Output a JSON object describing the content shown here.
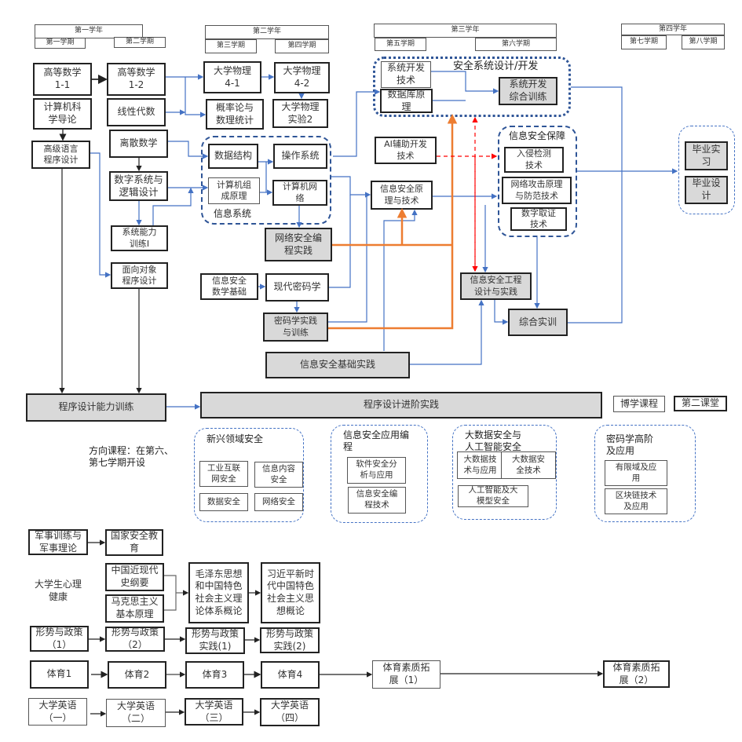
{
  "years": [
    {
      "id": "y1",
      "label": "第一学年",
      "sem": [
        "第一学期",
        "第二学期"
      ]
    },
    {
      "id": "y2",
      "label": "第二学年",
      "sem": [
        "第三学期",
        "第四学期"
      ]
    },
    {
      "id": "y3",
      "label": "第三学年",
      "sem": [
        "第五学期",
        "第六学期"
      ]
    },
    {
      "id": "y4",
      "label": "第四学年",
      "sem": [
        "第七学期",
        "第八学期"
      ]
    }
  ],
  "groups": {
    "info_system": "信息系统",
    "sec_sys_design": "安全系统设计/开发",
    "info_sec_assurance": "信息安全保障",
    "emerging_sec": "新兴领域安全",
    "app_programming": "信息安全应用编\n程",
    "bigdata_ai": "大数据安全与\n人工智能安全",
    "crypto_adv": "密码学高阶\n及应用"
  },
  "note": "方向课程：在第六、\n第七学期开设",
  "legend": {
    "liberal": "博学课程",
    "second": "第二课堂"
  },
  "courses": {
    "math11": "高等数学\n1-1",
    "math12": "高等数学\n1-2",
    "phys41": "大学物理\n4-1",
    "phys42": "大学物理\n4-2",
    "cs_intro": "计算机科\n学导论",
    "linalg": "线性代数",
    "prob": "概率论与\n数理统计",
    "phys_lab": "大学物理\n实验2",
    "hll": "高级语言\n程序设计",
    "discrete": "离散数学",
    "digital": "数字系统与\n逻辑设计",
    "sys_ability": "系统能力\n训练I",
    "oop": "面向对象\n程序设计",
    "ds": "数据结构",
    "os": "操作系统",
    "coa": "计算机组\n成原理",
    "net": "计算机网\n络",
    "net_prog": "网络安全编\n程实践",
    "sec_math": "信息安全\n数学基础",
    "crypto": "现代密码学",
    "crypto_prac": "密码学实践\n与训练",
    "sec_basic_prac": "信息安全基础实践",
    "sys_dev_tech": "系统开发\n技术",
    "db": "数据库原\n理",
    "sys_dev_train": "系统开发\n综合训练",
    "ai_dev": "AI辅助开发\n技术",
    "sec_principle": "信息安全原\n理与技术",
    "ids": "入侵检测\n技术",
    "attack": "网络攻击原理\n与防范技术",
    "forensics": "数字取证\n技术",
    "sec_eng": "信息安全工程\n设计与实践",
    "comprehensive": "综合实训",
    "internship": "毕业实\n习",
    "thesis": "毕业设\n计",
    "prog_train": "程序设计能力训练",
    "prog_adv": "程序设计进阶实践",
    "iiot": "工业互联\n网安全",
    "content_sec": "信息内容\n安全",
    "data_sec": "数据安全",
    "network_sec": "网络安全",
    "sw_sec": "软件安全分\n析与应用",
    "sec_prog": "信息安全编\n程技术",
    "bigdata_tech": "大数据技\n术与应用",
    "bigdata_sec": "大数据安\n全技术",
    "ai_llm": "人工智能及大\n模型安全",
    "finite_field": "有限域及应\n用",
    "blockchain": "区块链技术\n及应用",
    "military": "军事训练与\n军事理论",
    "nat_sec": "国家安全教\n育",
    "psych": "大学生心理\n健康",
    "modern_hist": "中国近现代\n史纲要",
    "marxism": "马克思主义\n基本原理",
    "mao": "毛泽东思想\n和中国特色\n社会主义理\n论体系概论",
    "xi": "习近平新时\n代中国特色\n社会主义思\n想概论",
    "policy1": "形势与政策\n（1）",
    "policy2": "形势与政策\n（2）",
    "policy_p1": "形势与政策\n实践(1)",
    "policy_p2": "形势与政策\n实践(2)",
    "pe1": "体育1",
    "pe2": "体育2",
    "pe3": "体育3",
    "pe4": "体育4",
    "pe_ext1": "体育素质拓\n展（1）",
    "pe_ext2": "体育素质拓\n展（2）",
    "eng1": "大学英语\n（一）",
    "eng2": "大学英语\n（二）",
    "eng3": "大学英语\n（三）",
    "eng4": "大学英语\n（四）"
  },
  "colors": {
    "blue_line": "#4472c4",
    "orange_line": "#ed7d31",
    "red_dashed": "#ff0000",
    "group_border": "#2f5597",
    "gray_fill": "#d9d9d9"
  }
}
